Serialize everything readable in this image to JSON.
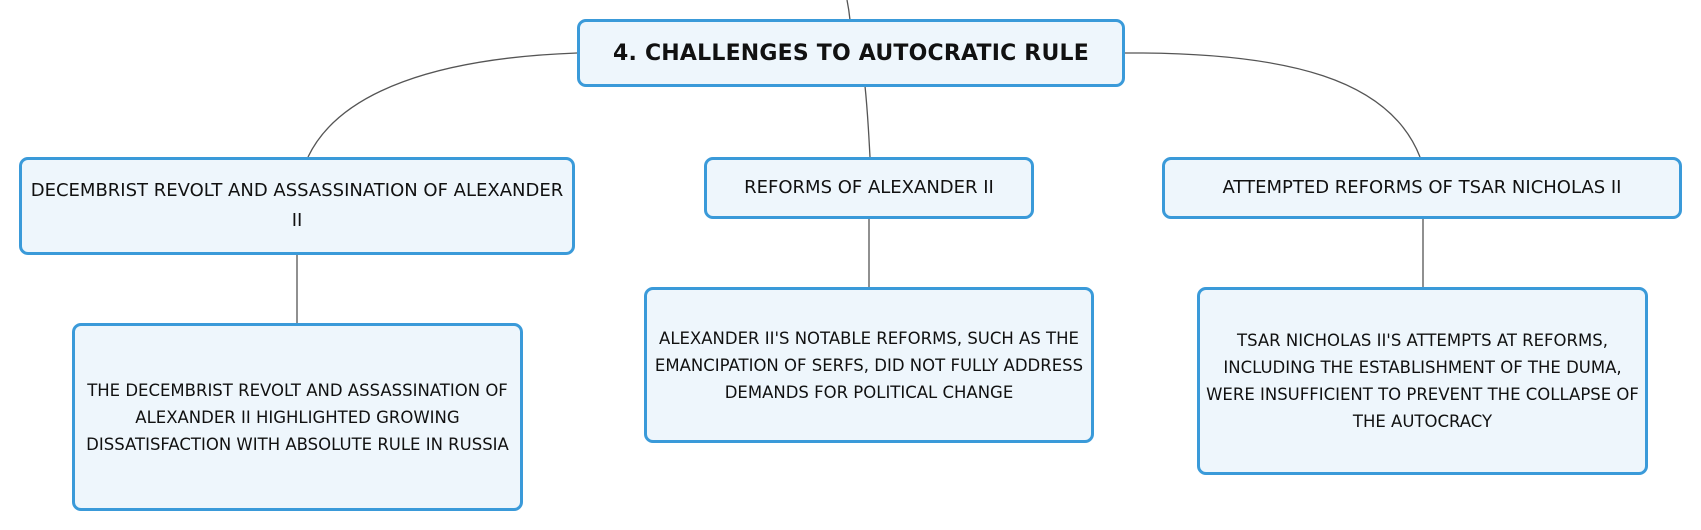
{
  "root": {
    "label": "4. CHALLENGES TO AUTOCRATIC RULE"
  },
  "branches": [
    {
      "title": "DECEMBRIST REVOLT AND ASSASSINATION OF ALEXANDER II",
      "detail": "THE DECEMBRIST REVOLT AND ASSASSINATION OF ALEXANDER II HIGHLIGHTED GROWING DISSATISFACTION WITH ABSOLUTE RULE IN RUSSIA"
    },
    {
      "title": "REFORMS OF ALEXANDER II",
      "detail": "ALEXANDER II'S NOTABLE REFORMS, SUCH AS THE EMANCIPATION OF SERFS, DID NOT FULLY ADDRESS DEMANDS FOR POLITICAL CHANGE"
    },
    {
      "title": "ATTEMPTED REFORMS OF TSAR NICHOLAS II",
      "detail": "TSAR NICHOLAS II'S ATTEMPTS AT REFORMS, INCLUDING THE ESTABLISHMENT OF THE DUMA, WERE INSUFFICIENT TO PREVENT THE COLLAPSE OF THE AUTOCRACY"
    }
  ],
  "colors": {
    "node_border": "#3a9ad9",
    "node_fill": "#eef6fc",
    "connector": "#555555"
  }
}
